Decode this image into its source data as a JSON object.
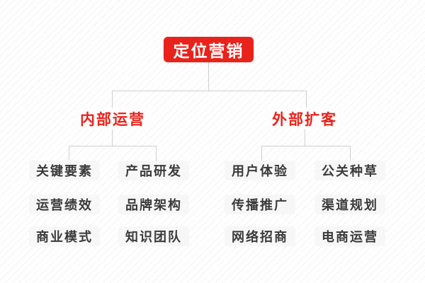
{
  "diagram": {
    "root": {
      "label": "定位营销"
    },
    "branches": [
      {
        "label": "内部运营",
        "children": [
          "关键要素",
          "产品研发",
          "运营绩效",
          "品牌架构",
          "商业模式",
          "知识团队"
        ]
      },
      {
        "label": "外部扩客",
        "children": [
          "用户体验",
          "公关种草",
          "传播推广",
          "渠道规划",
          "网络招商",
          "电商运营"
        ]
      }
    ]
  },
  "colors": {
    "accent_red": "#e8231c",
    "leaf_text": "#3a3a3a",
    "connector_line": "#cfcfcf",
    "leaf_bg": "#f7f7f8",
    "branch_bg": "#fdfdfd"
  }
}
